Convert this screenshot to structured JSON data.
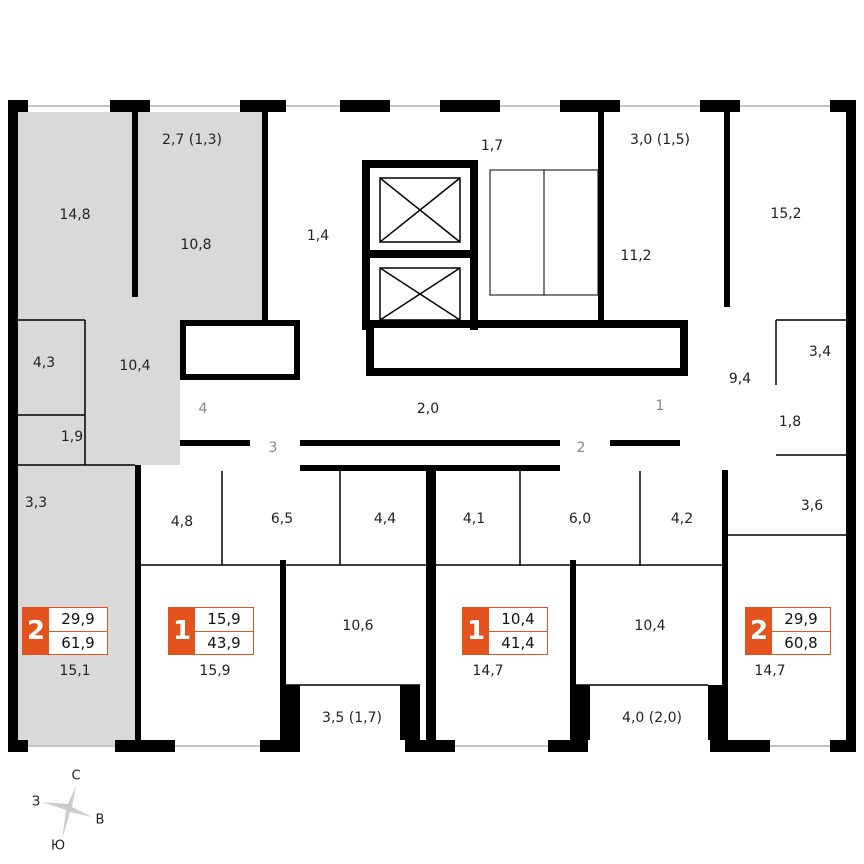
{
  "colors": {
    "accent": "#e2531e",
    "highlight": "#d9d9d9",
    "wall": "#000000"
  },
  "rooms": [
    "14,8",
    "2,7 (1,3)",
    "10,8",
    "1,4",
    "1,7",
    "3,0 (1,5)",
    "15,2",
    "11,2",
    "4,3",
    "10,4",
    "3,4",
    "9,4",
    "2,0",
    "1,9",
    "1,8",
    "3,3",
    "4,8",
    "6,5",
    "4,4",
    "4,1",
    "6,0",
    "4,2",
    "3,6",
    "10,6",
    "10,4",
    "15,1",
    "15,9",
    "14,7",
    "14,7",
    "3,5 (1,7)",
    "4,0 (2,0)"
  ],
  "stairs": [
    "4",
    "1",
    "3",
    "2"
  ],
  "apartments": [
    {
      "rooms": "2",
      "living": "29,9",
      "total": "61,9",
      "highlighted": true
    },
    {
      "rooms": "1",
      "living": "15,9",
      "total": "43,9",
      "highlighted": false
    },
    {
      "rooms": "1",
      "living": "10,4",
      "total": "41,4",
      "highlighted": false
    },
    {
      "rooms": "2",
      "living": "29,9",
      "total": "60,8",
      "highlighted": false
    }
  ],
  "compass": {
    "north": "С",
    "west": "З",
    "east": "В",
    "south": "Ю"
  }
}
